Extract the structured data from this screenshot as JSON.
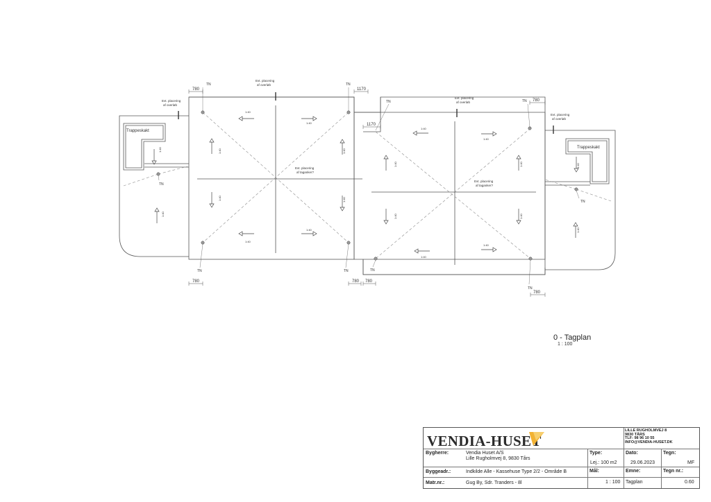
{
  "drawing": {
    "labels": {
      "tn": "TN",
      "overlob": [
        "Evt. placering",
        "af overløb"
      ],
      "taganker": [
        "Evt. placering",
        "af taganker?"
      ],
      "trappeskakt": "Trappeskakt",
      "slope": "1:40",
      "dims": {
        "d780": "780",
        "d1170": "1170"
      }
    },
    "line_color": "#555555",
    "dashed_color": "#8a8a8a"
  },
  "sheet": {
    "title": "0 - Tagplan",
    "scale": "1 : 100"
  },
  "titleblock": {
    "logo": "VENDIA-HUSET",
    "logo_color": "#f2b233",
    "company_address": [
      "LILLE RUGHOLMVEJ 8",
      "9830 TÅRS",
      "TLF: 98 96 10 55",
      "INFO@VENDIA-HUSET.DK"
    ],
    "bygherre_label": "Bygherre:",
    "bygherre_value": [
      "Vendia Huset A/S",
      "Lille Rugholmvej 8, 9830 Tårs"
    ],
    "type_label": "Type:",
    "type_value": "Lej.: 100 m2",
    "dato_label": "Dato:",
    "dato_value": "29.06.2023",
    "tegn_label": "Tegn:",
    "tegn_value": "MF",
    "byggeadr_label": "Byggeadr.:",
    "byggeadr_value": "Indkilde Alle - Kassehuse Type 2/2 - Område B",
    "maal_label": "Mål:",
    "maal_value": "1 : 100",
    "emne_label": "Emne:",
    "emne_value": "Tagplan",
    "tegnnr_label": "Tegn nr.:",
    "tegnnr_value": "0.60",
    "matr_label": "Matr.nr.:",
    "matr_value": "Gug By, Sdr. Tranders - 8l"
  }
}
